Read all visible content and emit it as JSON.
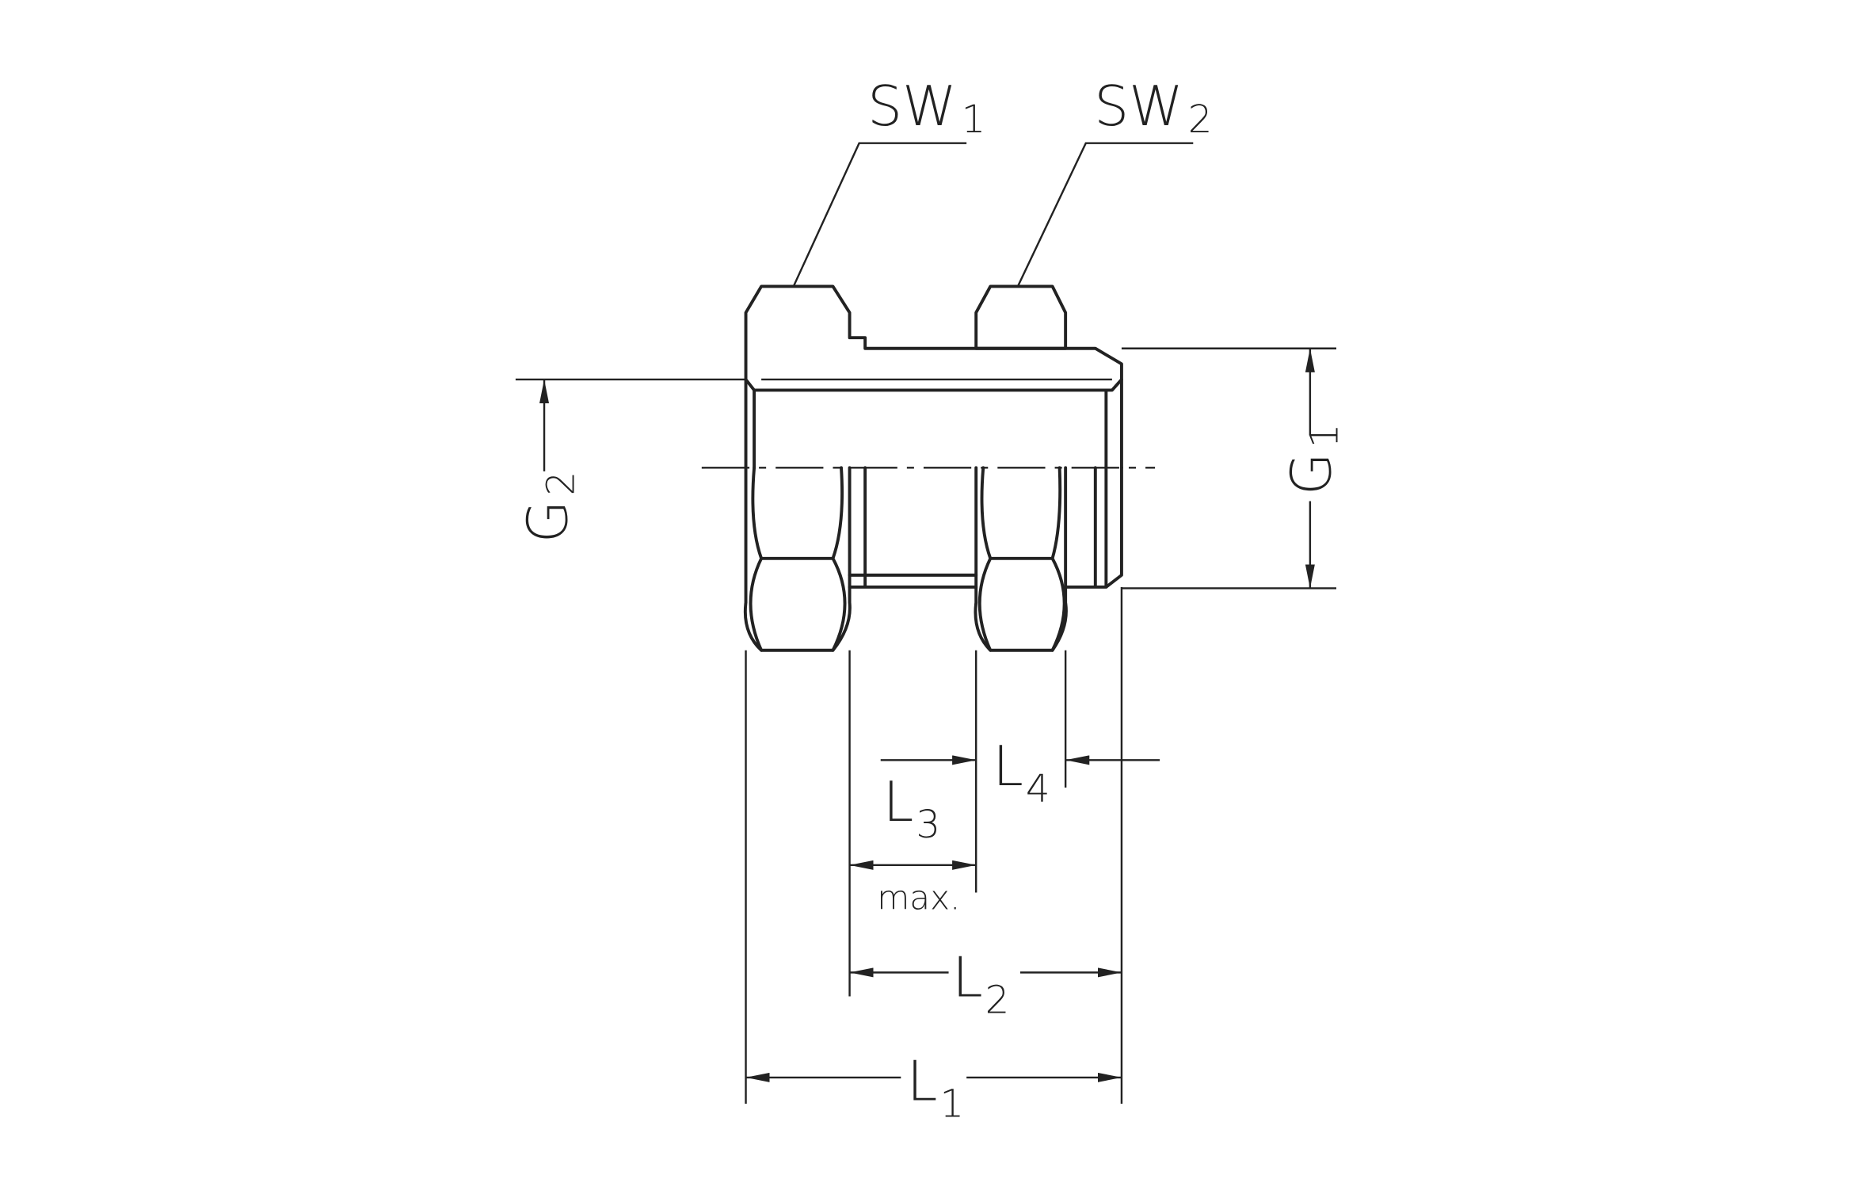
{
  "labels": {
    "sw1": {
      "main": "SW",
      "sub": "1"
    },
    "sw2": {
      "main": "SW",
      "sub": "2"
    },
    "g1": {
      "main": "G",
      "sub": "1"
    },
    "g2": {
      "main": "G",
      "sub": "2"
    },
    "l1": {
      "main": "L",
      "sub": "1"
    },
    "l2": {
      "main": "L",
      "sub": "2"
    },
    "l3": {
      "main": "L",
      "sub": "3"
    },
    "l4": {
      "main": "L",
      "sub": "4"
    },
    "max": "max."
  }
}
